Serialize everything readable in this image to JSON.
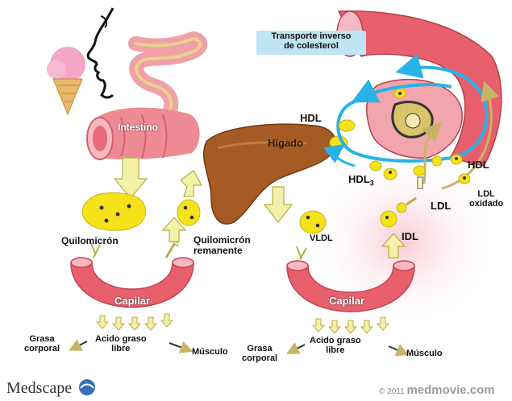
{
  "labels": {
    "intestino": "Intestino",
    "higado": "Hígado",
    "transporte_line1": "Transporte inverso",
    "transporte_line2": "de colesterol",
    "hdl": "HDL",
    "hdl3": "HDL",
    "hdl3_sub": "3",
    "hdl_right": "HDL",
    "ldl": "LDL",
    "ldl_ox_line1": "LDL",
    "ldl_ox_line2": "oxidado",
    "idl": "IDL",
    "vldl": "VLDL",
    "quilomicron": "Quilomicrón",
    "quilo_rem_line1": "Quilomicrón",
    "quilo_rem_line2": "remanente",
    "capilar_left": "Capilar",
    "capilar_right": "Capilar",
    "grasa_left_line1": "Grasa",
    "grasa_left_line2": "corporal",
    "acido_left_line1": "Acido graso",
    "acido_left_line2": "libre",
    "musculo_left": "Músculo",
    "grasa_right_line1": "Grasa",
    "grasa_right_line2": "corporal",
    "acido_right_line1": "Acido graso",
    "acido_right_line2": "libre",
    "musculo_right": "Músculo"
  },
  "branding": {
    "medscape": "Medscape",
    "copyright": "© 2011",
    "medmovie": "medmovie.com"
  },
  "colors": {
    "vessel_fill": "#e8606e",
    "vessel_light": "#f6b9bf",
    "liver": "#a65a24",
    "lipoprotein": "#f5e21a",
    "arrow_fill": "#f4f0a8",
    "cycle_arrow": "#27b3e8",
    "banner": "#bfe4f3"
  }
}
